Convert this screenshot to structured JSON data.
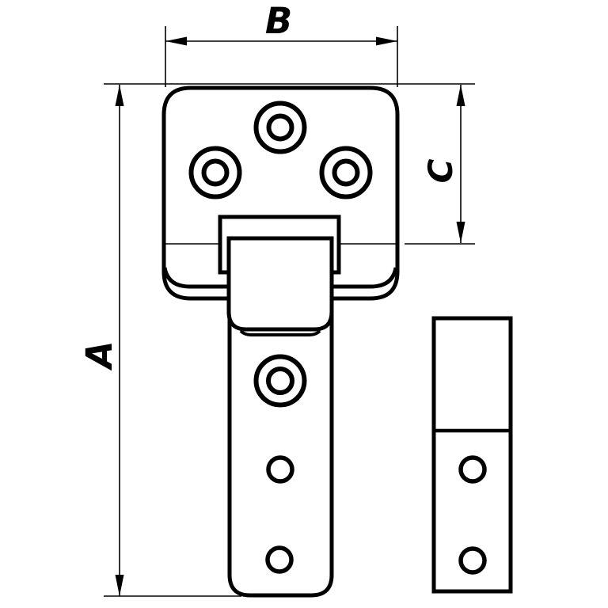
{
  "colors": {
    "ink": "#000000",
    "paper": "#ffffff"
  },
  "dimensions": {
    "overall_height_label": "A",
    "overall_width_label": "B",
    "plate_height_label": "C"
  }
}
